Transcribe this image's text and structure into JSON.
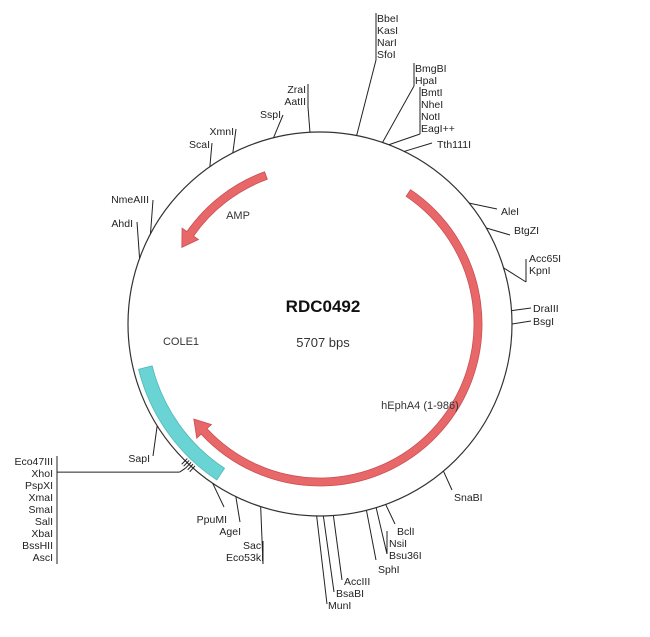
{
  "plasmid": {
    "name": "RDC0492",
    "size_label": "5707 bps",
    "length_bp": 5707
  },
  "colors": {
    "backbone": "#333333",
    "gene_fill": "#e8686a",
    "gene_stroke": "#c94f52",
    "origin_fill": "#6ad3d3",
    "origin_stroke": "#4fb8b8",
    "site_line": "#222222"
  },
  "features": [
    {
      "name": "AMP",
      "type": "gene",
      "direction": "reverse",
      "start_deg": -20,
      "end_deg": -60,
      "label": "AMP"
    },
    {
      "name": "hEphA4 (1-986)",
      "type": "gene",
      "direction": "reverse",
      "start_deg": 34,
      "end_deg": 228,
      "label": "hEphA4 (1-986)"
    },
    {
      "name": "COLE1",
      "type": "origin",
      "direction": "none",
      "start_deg": -104,
      "end_deg": -146,
      "label": "COLE1"
    }
  ],
  "sites": [
    {
      "group": "top1",
      "deg": 11,
      "names": [
        "BbeI",
        "KasI",
        "NarI",
        "SfoI"
      ]
    },
    {
      "group": "top2",
      "deg": 19,
      "names": [
        "BmgBI",
        "HpaI"
      ]
    },
    {
      "group": "top3",
      "deg": 21,
      "names": [
        "BmtI",
        "NheI",
        "NotI",
        "EagI++"
      ]
    },
    {
      "group": "top4",
      "deg": 26,
      "names": [
        "Tth111I"
      ]
    },
    {
      "group": "r1",
      "deg": 51,
      "names": [
        "AleI"
      ]
    },
    {
      "group": "r2",
      "deg": 60,
      "names": [
        "BtgZI"
      ]
    },
    {
      "group": "r3",
      "deg": 73,
      "names": [
        "Acc65I",
        "KpnI"
      ]
    },
    {
      "group": "r4",
      "deg": 86,
      "names": [
        "DraIII"
      ]
    },
    {
      "group": "r5",
      "deg": 90,
      "names": [
        "BsgI"
      ]
    },
    {
      "group": "br1",
      "deg": 140,
      "names": [
        "SnaBI"
      ]
    },
    {
      "group": "b1",
      "deg": 160,
      "names": [
        "BclI"
      ]
    },
    {
      "group": "b2",
      "deg": 163,
      "names": [
        "NsiI",
        "Bsu36I"
      ]
    },
    {
      "group": "b3",
      "deg": 166,
      "names": [
        "SphI"
      ]
    },
    {
      "group": "b4",
      "deg": 176,
      "names": [
        "AccIII"
      ]
    },
    {
      "group": "b5",
      "deg": 179,
      "names": [
        "BsaBI"
      ]
    },
    {
      "group": "b6",
      "deg": 181,
      "names": [
        "MunI"
      ]
    },
    {
      "group": "bl1",
      "deg": 198,
      "names": [
        "Eco53kI",
        "SacI"
      ]
    },
    {
      "group": "bl2",
      "deg": 206,
      "names": [
        "AgeI"
      ]
    },
    {
      "group": "bl3",
      "deg": 214,
      "names": [
        "PpuMI"
      ]
    },
    {
      "group": "mcs",
      "deg": 223,
      "names": [
        "Eco47III",
        "XhoI",
        "PspXI",
        "XmaI",
        "SmaI",
        "SalI",
        "XbaI",
        "BssHII",
        "AscI"
      ]
    },
    {
      "group": "l1",
      "deg": 238,
      "names": [
        "SapI"
      ]
    },
    {
      "group": "l2",
      "deg": 290,
      "names": [
        "AhdI"
      ]
    },
    {
      "group": "l3",
      "deg": 298,
      "names": [
        "NmeAIII"
      ]
    },
    {
      "group": "tl1",
      "deg": 325,
      "names": [
        "ScaI"
      ]
    },
    {
      "group": "tl2",
      "deg": 333,
      "names": [
        "XmnI"
      ]
    },
    {
      "group": "tl3",
      "deg": 346,
      "names": [
        "SspI"
      ]
    },
    {
      "group": "tl4",
      "deg": 357,
      "names": [
        "ZraI",
        "AatII"
      ]
    }
  ]
}
